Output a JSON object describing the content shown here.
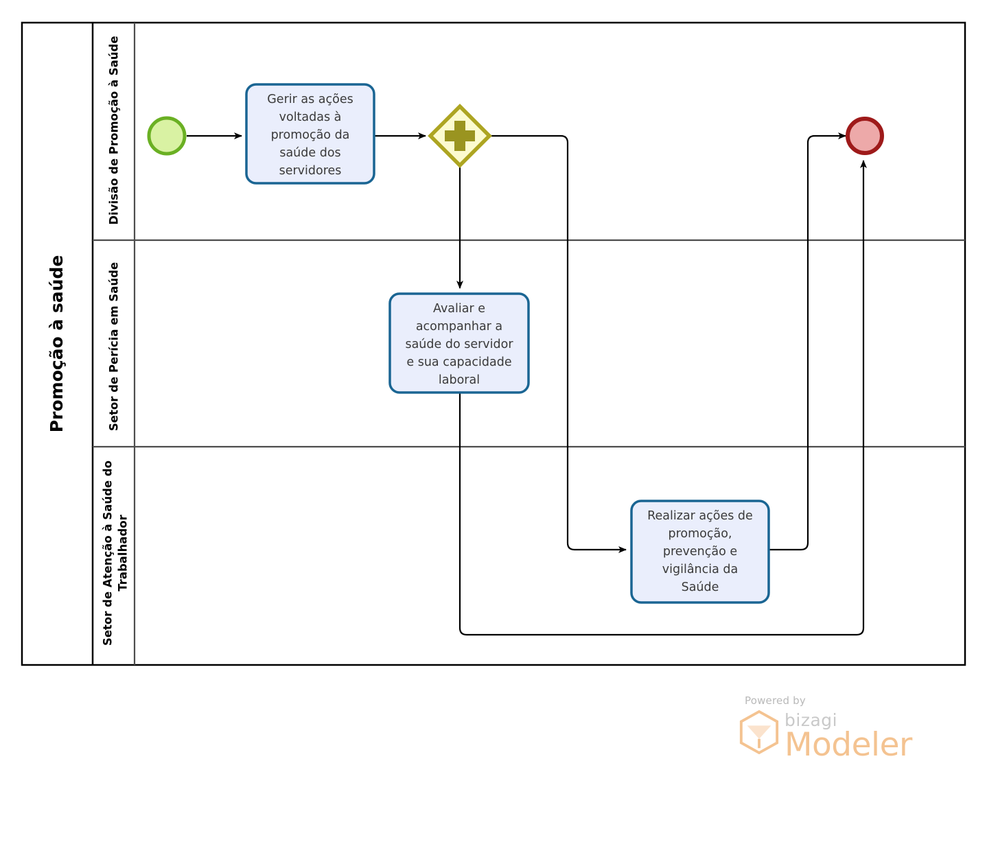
{
  "diagram": {
    "type": "bpmn-process-diagram",
    "pool": {
      "name": "Promoção à saúde"
    },
    "lanes": [
      {
        "id": "lane1",
        "label": "Divisão de Promoção à Saúde"
      },
      {
        "id": "lane2",
        "label": "Setor de Perícia em Saúde"
      },
      {
        "id": "lane3",
        "label": "Setor de Atenção à Saúde do Trabalhador",
        "label_lines": [
          "Setor de Atenção à Saúde do",
          "Trabalhador"
        ]
      }
    ],
    "nodes": [
      {
        "id": "start",
        "kind": "start-event",
        "lane": "lane1",
        "label": ""
      },
      {
        "id": "task1",
        "kind": "task",
        "lane": "lane1",
        "label": "Gerir as ações voltadas à promoção da saúde dos servidores",
        "lines": [
          "Gerir as ações",
          "voltadas à",
          "promoção da",
          "saúde dos",
          "servidores"
        ]
      },
      {
        "id": "gateway1",
        "kind": "parallel-gateway",
        "lane": "lane1",
        "symbol": "+",
        "label": ""
      },
      {
        "id": "task2",
        "kind": "task",
        "lane": "lane2",
        "label": "Avaliar e acompanhar a saúde do servidor e sua capacidade laboral",
        "lines": [
          "Avaliar e",
          "acompanhar a",
          "saúde do servidor",
          "e sua capacidade",
          "laboral"
        ]
      },
      {
        "id": "task3",
        "kind": "task",
        "lane": "lane3",
        "label": "Realizar ações de promoção, prevenção e vigilância da Saúde",
        "lines": [
          "Realizar ações de",
          "promoção,",
          "prevenção e",
          "vigilância da",
          "Saúde"
        ]
      },
      {
        "id": "end",
        "kind": "end-event",
        "lane": "lane1",
        "label": ""
      }
    ],
    "flows": [
      {
        "from": "start",
        "to": "task1"
      },
      {
        "from": "task1",
        "to": "gateway1"
      },
      {
        "from": "gateway1",
        "to": "task2"
      },
      {
        "from": "gateway1",
        "to": "task3"
      },
      {
        "from": "task3",
        "to": "end"
      },
      {
        "from": "task2",
        "to": "end"
      }
    ]
  },
  "branding": {
    "powered_by": "Powered by",
    "product_brand": "bizagi",
    "product_name": "Modeler"
  },
  "colors": {
    "pool_border": "#000000",
    "lane_border": "#4d4d4d",
    "task_fill": "#eaeefc",
    "task_border": "#1a6593",
    "start_fill": "#d9f2a3",
    "start_border": "#6ab023",
    "end_fill": "#eda9a9",
    "end_border": "#9e1a1a",
    "gateway_fill": "#fcfbcf",
    "gateway_border": "#ada522",
    "gateway_symbol": "#9a9420",
    "connector": "#000000",
    "text": "#3a3a3a",
    "label_text": "#000000",
    "brand_orange": "#f4c391"
  }
}
